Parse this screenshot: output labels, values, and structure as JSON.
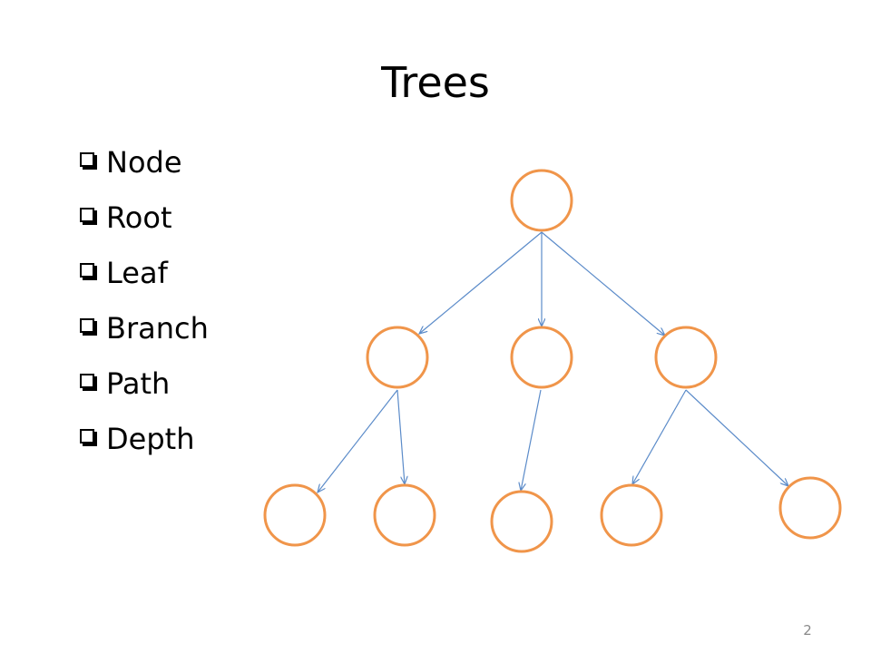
{
  "slide": {
    "title": "Trees",
    "bullets": [
      {
        "label": "Node",
        "icon": "checkbox-bullet-icon"
      },
      {
        "label": "Root",
        "icon": "checkbox-bullet-icon"
      },
      {
        "label": "Leaf",
        "icon": "checkbox-bullet-icon"
      },
      {
        "label": "Branch",
        "icon": "checkbox-bullet-icon"
      },
      {
        "label": "Path",
        "icon": "checkbox-bullet-icon"
      },
      {
        "label": "Depth",
        "icon": "checkbox-bullet-icon"
      }
    ],
    "page_number": "2"
  },
  "tree": {
    "node_color": "#f0954a",
    "edge_color": "#5b8bc9",
    "nodes": [
      {
        "id": "root"
      },
      {
        "id": "child-1"
      },
      {
        "id": "child-2"
      },
      {
        "id": "child-3"
      },
      {
        "id": "leaf-1"
      },
      {
        "id": "leaf-2"
      },
      {
        "id": "leaf-3"
      },
      {
        "id": "leaf-4"
      },
      {
        "id": "leaf-5"
      }
    ],
    "edges": [
      {
        "from": "root",
        "to": "child-1"
      },
      {
        "from": "root",
        "to": "child-2"
      },
      {
        "from": "root",
        "to": "child-3"
      },
      {
        "from": "child-1",
        "to": "leaf-1"
      },
      {
        "from": "child-1",
        "to": "leaf-2"
      },
      {
        "from": "child-2",
        "to": "leaf-3"
      },
      {
        "from": "child-3",
        "to": "leaf-4"
      },
      {
        "from": "child-3",
        "to": "leaf-5"
      }
    ]
  }
}
